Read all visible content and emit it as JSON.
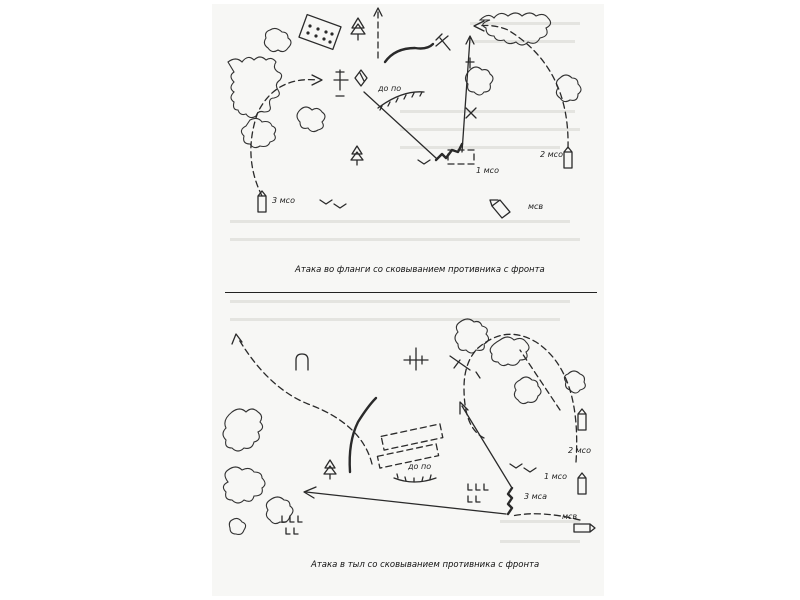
{
  "colors": {
    "ink": "#2a2a2a",
    "paper": "#f7f7f5",
    "background": "#ffffff"
  },
  "top_scheme": {
    "caption": "Атака во фланги со сковыванием противника с фронта",
    "labels": {
      "do_po": "до по",
      "msb": "мсв",
      "mso1": "1 мсо",
      "mso2": "2 мсо",
      "mso3": "3 мсо"
    }
  },
  "bottom_scheme": {
    "caption": "Атака в тыл со сковыванием противника с фронта",
    "labels": {
      "do_po": "до по",
      "msb": "мсв",
      "mso1": "1 мсо",
      "mso2": "2 мсо",
      "mso3": "3 мса"
    }
  }
}
